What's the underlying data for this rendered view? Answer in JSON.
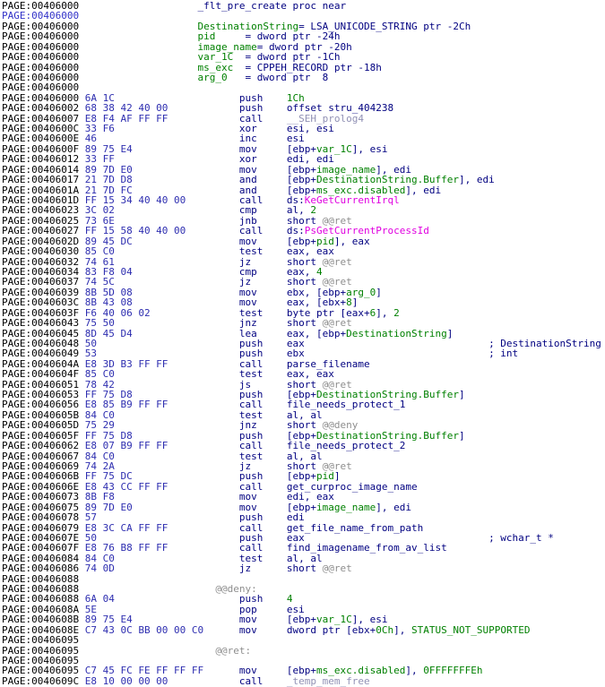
{
  "app": {
    "name": "disassembly-listing",
    "segment": "PAGE",
    "function_name": "_flt_pre_create"
  },
  "colors": {
    "background": "#ffffff",
    "address": "#000000",
    "address_highlight": "#3232c8",
    "bytes": "#2e2eb0",
    "instruction": "#000080",
    "number_and_variable": "#008000",
    "import_name": "#e000e0",
    "library_name": "#9191b5",
    "local_label": "#8e8e8e",
    "comment": "#000080"
  },
  "token_legend": {
    "k": "address",
    "a": "address-highlighted",
    "b": "opcode-bytes",
    "n": "instruction",
    "g": "number-or-variable",
    "m": "import-name",
    "l": "library-name",
    "y": "local-label",
    "c": "comment"
  },
  "listing": {
    "lines": [
      [
        [
          "k",
          "PAGE:00406000"
        ],
        [
          "n",
          "                    _flt_pre_create proc near"
        ]
      ],
      [
        [
          "a",
          "PAGE:00406000"
        ]
      ],
      [
        [
          "k",
          "PAGE:00406000"
        ],
        [
          "g",
          "                    DestinationString"
        ],
        [
          "n",
          "= LSA_UNICODE_STRING ptr -2Ch"
        ]
      ],
      [
        [
          "k",
          "PAGE:00406000"
        ],
        [
          "g",
          "                    pid"
        ],
        [
          "n",
          "     = dword ptr -24h"
        ]
      ],
      [
        [
          "k",
          "PAGE:00406000"
        ],
        [
          "g",
          "                    image_name"
        ],
        [
          "n",
          "= dword ptr -20h"
        ]
      ],
      [
        [
          "k",
          "PAGE:00406000"
        ],
        [
          "g",
          "                    var_1C"
        ],
        [
          "n",
          "  = dword ptr -1Ch"
        ]
      ],
      [
        [
          "k",
          "PAGE:00406000"
        ],
        [
          "g",
          "                    ms_exc"
        ],
        [
          "n",
          "  = CPPEH_RECORD ptr -18h"
        ]
      ],
      [
        [
          "k",
          "PAGE:00406000"
        ],
        [
          "g",
          "                    arg_0"
        ],
        [
          "n",
          "   = dword ptr  8"
        ]
      ],
      [
        [
          "k",
          "PAGE:00406000"
        ]
      ],
      [
        [
          "k",
          "PAGE:00406000"
        ],
        [
          "b",
          " 6A 1C                     "
        ],
        [
          "n",
          "push    "
        ],
        [
          "g",
          "1Ch"
        ]
      ],
      [
        [
          "k",
          "PAGE:00406002"
        ],
        [
          "b",
          " 68 38 42 40 00            "
        ],
        [
          "n",
          "push    offset stru_404238"
        ]
      ],
      [
        [
          "k",
          "PAGE:00406007"
        ],
        [
          "b",
          " E8 F4 AF FF FF            "
        ],
        [
          "n",
          "call    "
        ],
        [
          "l",
          "__SEH_prolog4"
        ]
      ],
      [
        [
          "k",
          "PAGE:0040600C"
        ],
        [
          "b",
          " 33 F6                     "
        ],
        [
          "n",
          "xor     esi, esi"
        ]
      ],
      [
        [
          "k",
          "PAGE:0040600E"
        ],
        [
          "b",
          " 46                        "
        ],
        [
          "n",
          "inc     esi"
        ]
      ],
      [
        [
          "k",
          "PAGE:0040600F"
        ],
        [
          "b",
          " 89 75 E4                  "
        ],
        [
          "n",
          "mov     [ebp+"
        ],
        [
          "g",
          "var_1C"
        ],
        [
          "n",
          "], esi"
        ]
      ],
      [
        [
          "k",
          "PAGE:00406012"
        ],
        [
          "b",
          " 33 FF                     "
        ],
        [
          "n",
          "xor     edi, edi"
        ]
      ],
      [
        [
          "k",
          "PAGE:00406014"
        ],
        [
          "b",
          " 89 7D E0                  "
        ],
        [
          "n",
          "mov     [ebp+"
        ],
        [
          "g",
          "image_name"
        ],
        [
          "n",
          "], edi"
        ]
      ],
      [
        [
          "k",
          "PAGE:00406017"
        ],
        [
          "b",
          " 21 7D D8                  "
        ],
        [
          "n",
          "and     [ebp+"
        ],
        [
          "g",
          "DestinationString.Buffer"
        ],
        [
          "n",
          "], edi"
        ]
      ],
      [
        [
          "k",
          "PAGE:0040601A"
        ],
        [
          "b",
          " 21 7D FC                  "
        ],
        [
          "n",
          "and     [ebp+"
        ],
        [
          "g",
          "ms_exc.disabled"
        ],
        [
          "n",
          "], edi"
        ]
      ],
      [
        [
          "k",
          "PAGE:0040601D"
        ],
        [
          "b",
          " FF 15 34 40 40 00         "
        ],
        [
          "n",
          "call    ds:"
        ],
        [
          "m",
          "KeGetCurrentIrql"
        ]
      ],
      [
        [
          "k",
          "PAGE:00406023"
        ],
        [
          "b",
          " 3C 02                     "
        ],
        [
          "n",
          "cmp     al, "
        ],
        [
          "g",
          "2"
        ]
      ],
      [
        [
          "k",
          "PAGE:00406025"
        ],
        [
          "b",
          " 73 6E                     "
        ],
        [
          "n",
          "jnb     short "
        ],
        [
          "y",
          "@@ret"
        ]
      ],
      [
        [
          "k",
          "PAGE:00406027"
        ],
        [
          "b",
          " FF 15 58 40 40 00         "
        ],
        [
          "n",
          "call    ds:"
        ],
        [
          "m",
          "PsGetCurrentProcessId"
        ]
      ],
      [
        [
          "k",
          "PAGE:0040602D"
        ],
        [
          "b",
          " 89 45 DC                  "
        ],
        [
          "n",
          "mov     [ebp+"
        ],
        [
          "g",
          "pid"
        ],
        [
          "n",
          "], eax"
        ]
      ],
      [
        [
          "k",
          "PAGE:00406030"
        ],
        [
          "b",
          " 85 C0                     "
        ],
        [
          "n",
          "test    eax, eax"
        ]
      ],
      [
        [
          "k",
          "PAGE:00406032"
        ],
        [
          "b",
          " 74 61                     "
        ],
        [
          "n",
          "jz      short "
        ],
        [
          "y",
          "@@ret"
        ]
      ],
      [
        [
          "k",
          "PAGE:00406034"
        ],
        [
          "b",
          " 83 F8 04                  "
        ],
        [
          "n",
          "cmp     eax, "
        ],
        [
          "g",
          "4"
        ]
      ],
      [
        [
          "k",
          "PAGE:00406037"
        ],
        [
          "b",
          " 74 5C                     "
        ],
        [
          "n",
          "jz      short "
        ],
        [
          "y",
          "@@ret"
        ]
      ],
      [
        [
          "k",
          "PAGE:00406039"
        ],
        [
          "b",
          " 8B 5D 08                  "
        ],
        [
          "n",
          "mov     ebx, [ebp+"
        ],
        [
          "g",
          "arg_0"
        ],
        [
          "n",
          "]"
        ]
      ],
      [
        [
          "k",
          "PAGE:0040603C"
        ],
        [
          "b",
          " 8B 43 08                  "
        ],
        [
          "n",
          "mov     eax, [ebx+"
        ],
        [
          "g",
          "8"
        ],
        [
          "n",
          "]"
        ]
      ],
      [
        [
          "k",
          "PAGE:0040603F"
        ],
        [
          "b",
          " F6 40 06 02               "
        ],
        [
          "n",
          "test    byte ptr [eax+"
        ],
        [
          "g",
          "6"
        ],
        [
          "n",
          "], "
        ],
        [
          "g",
          "2"
        ]
      ],
      [
        [
          "k",
          "PAGE:00406043"
        ],
        [
          "b",
          " 75 50                     "
        ],
        [
          "n",
          "jnz     short "
        ],
        [
          "y",
          "@@ret"
        ]
      ],
      [
        [
          "k",
          "PAGE:00406045"
        ],
        [
          "b",
          " 8D 45 D4                  "
        ],
        [
          "n",
          "lea     eax, [ebp+"
        ],
        [
          "g",
          "DestinationString"
        ],
        [
          "n",
          "]"
        ]
      ],
      [
        [
          "k",
          "PAGE:00406048"
        ],
        [
          "b",
          " 50                        "
        ],
        [
          "n",
          "push    eax"
        ],
        [
          "c",
          "                               ; DestinationString"
        ]
      ],
      [
        [
          "k",
          "PAGE:00406049"
        ],
        [
          "b",
          " 53                        "
        ],
        [
          "n",
          "push    ebx"
        ],
        [
          "c",
          "                               ; int"
        ]
      ],
      [
        [
          "k",
          "PAGE:0040604A"
        ],
        [
          "b",
          " E8 3D B3 FF FF            "
        ],
        [
          "n",
          "call    parse_filename"
        ]
      ],
      [
        [
          "k",
          "PAGE:0040604F"
        ],
        [
          "b",
          " 85 C0                     "
        ],
        [
          "n",
          "test    eax, eax"
        ]
      ],
      [
        [
          "k",
          "PAGE:00406051"
        ],
        [
          "b",
          " 78 42                     "
        ],
        [
          "n",
          "js      short "
        ],
        [
          "y",
          "@@ret"
        ]
      ],
      [
        [
          "k",
          "PAGE:00406053"
        ],
        [
          "b",
          " FF 75 D8                  "
        ],
        [
          "n",
          "push    [ebp+"
        ],
        [
          "g",
          "DestinationString.Buffer"
        ],
        [
          "n",
          "]"
        ]
      ],
      [
        [
          "k",
          "PAGE:00406056"
        ],
        [
          "b",
          " E8 85 B9 FF FF            "
        ],
        [
          "n",
          "call    file_needs_protect_1"
        ]
      ],
      [
        [
          "k",
          "PAGE:0040605B"
        ],
        [
          "b",
          " 84 C0                     "
        ],
        [
          "n",
          "test    al, al"
        ]
      ],
      [
        [
          "k",
          "PAGE:0040605D"
        ],
        [
          "b",
          " 75 29                     "
        ],
        [
          "n",
          "jnz     short "
        ],
        [
          "y",
          "@@deny"
        ]
      ],
      [
        [
          "k",
          "PAGE:0040605F"
        ],
        [
          "b",
          " FF 75 D8                  "
        ],
        [
          "n",
          "push    [ebp+"
        ],
        [
          "g",
          "DestinationString.Buffer"
        ],
        [
          "n",
          "]"
        ]
      ],
      [
        [
          "k",
          "PAGE:00406062"
        ],
        [
          "b",
          " E8 07 B9 FF FF            "
        ],
        [
          "n",
          "call    file_needs_protect_2"
        ]
      ],
      [
        [
          "k",
          "PAGE:00406067"
        ],
        [
          "b",
          " 84 C0                     "
        ],
        [
          "n",
          "test    al, al"
        ]
      ],
      [
        [
          "k",
          "PAGE:00406069"
        ],
        [
          "b",
          " 74 2A                     "
        ],
        [
          "n",
          "jz      short "
        ],
        [
          "y",
          "@@ret"
        ]
      ],
      [
        [
          "k",
          "PAGE:0040606B"
        ],
        [
          "b",
          " FF 75 DC                  "
        ],
        [
          "n",
          "push    [ebp+"
        ],
        [
          "g",
          "pid"
        ],
        [
          "n",
          "]"
        ]
      ],
      [
        [
          "k",
          "PAGE:0040606E"
        ],
        [
          "b",
          " E8 43 CC FF FF            "
        ],
        [
          "n",
          "call    get_curproc_image_name"
        ]
      ],
      [
        [
          "k",
          "PAGE:00406073"
        ],
        [
          "b",
          " 8B F8                     "
        ],
        [
          "n",
          "mov     edi, eax"
        ]
      ],
      [
        [
          "k",
          "PAGE:00406075"
        ],
        [
          "b",
          " 89 7D E0                  "
        ],
        [
          "n",
          "mov     [ebp+"
        ],
        [
          "g",
          "image_name"
        ],
        [
          "n",
          "], edi"
        ]
      ],
      [
        [
          "k",
          "PAGE:00406078"
        ],
        [
          "b",
          " 57                        "
        ],
        [
          "n",
          "push    edi"
        ]
      ],
      [
        [
          "k",
          "PAGE:00406079"
        ],
        [
          "b",
          " E8 3C CA FF FF            "
        ],
        [
          "n",
          "call    get_file_name_from_path"
        ]
      ],
      [
        [
          "k",
          "PAGE:0040607E"
        ],
        [
          "b",
          " 50                        "
        ],
        [
          "n",
          "push    eax"
        ],
        [
          "c",
          "                               ; wchar_t *"
        ]
      ],
      [
        [
          "k",
          "PAGE:0040607F"
        ],
        [
          "b",
          " E8 76 B8 FF FF            "
        ],
        [
          "n",
          "call    find_imagename_from_av_list"
        ]
      ],
      [
        [
          "k",
          "PAGE:00406084"
        ],
        [
          "b",
          " 84 C0                     "
        ],
        [
          "n",
          "test    al, al"
        ]
      ],
      [
        [
          "k",
          "PAGE:00406086"
        ],
        [
          "b",
          " 74 0D                     "
        ],
        [
          "n",
          "jz      short "
        ],
        [
          "y",
          "@@ret"
        ]
      ],
      [
        [
          "k",
          "PAGE:00406088"
        ]
      ],
      [
        [
          "k",
          "PAGE:00406088"
        ],
        [
          "y",
          "                       @@deny:"
        ]
      ],
      [
        [
          "k",
          "PAGE:00406088"
        ],
        [
          "b",
          " 6A 04                     "
        ],
        [
          "n",
          "push    "
        ],
        [
          "g",
          "4"
        ]
      ],
      [
        [
          "k",
          "PAGE:0040608A"
        ],
        [
          "b",
          " 5E                        "
        ],
        [
          "n",
          "pop     esi"
        ]
      ],
      [
        [
          "k",
          "PAGE:0040608B"
        ],
        [
          "b",
          " 89 75 E4                  "
        ],
        [
          "n",
          "mov     [ebp+"
        ],
        [
          "g",
          "var_1C"
        ],
        [
          "n",
          "], esi"
        ]
      ],
      [
        [
          "k",
          "PAGE:0040608E"
        ],
        [
          "b",
          " C7 43 0C BB 00 00 C0      "
        ],
        [
          "n",
          "mov     dword ptr [ebx+"
        ],
        [
          "g",
          "0Ch"
        ],
        [
          "n",
          "], "
        ],
        [
          "g",
          "STATUS_NOT_SUPPORTED"
        ]
      ],
      [
        [
          "k",
          "PAGE:00406095"
        ]
      ],
      [
        [
          "k",
          "PAGE:00406095"
        ],
        [
          "y",
          "                       @@ret:"
        ]
      ],
      [
        [
          "k",
          "PAGE:00406095"
        ]
      ],
      [
        [
          "k",
          "PAGE:00406095"
        ],
        [
          "b",
          " C7 45 FC FE FF FF FF      "
        ],
        [
          "n",
          "mov     [ebp+"
        ],
        [
          "g",
          "ms_exc.disabled"
        ],
        [
          "n",
          "], "
        ],
        [
          "g",
          "0FFFFFFFEh"
        ]
      ],
      [
        [
          "k",
          "PAGE:0040609C"
        ],
        [
          "b",
          " E8 10 00 00 00            "
        ],
        [
          "n",
          "call    "
        ],
        [
          "l",
          "_temp_mem_free"
        ]
      ]
    ]
  }
}
